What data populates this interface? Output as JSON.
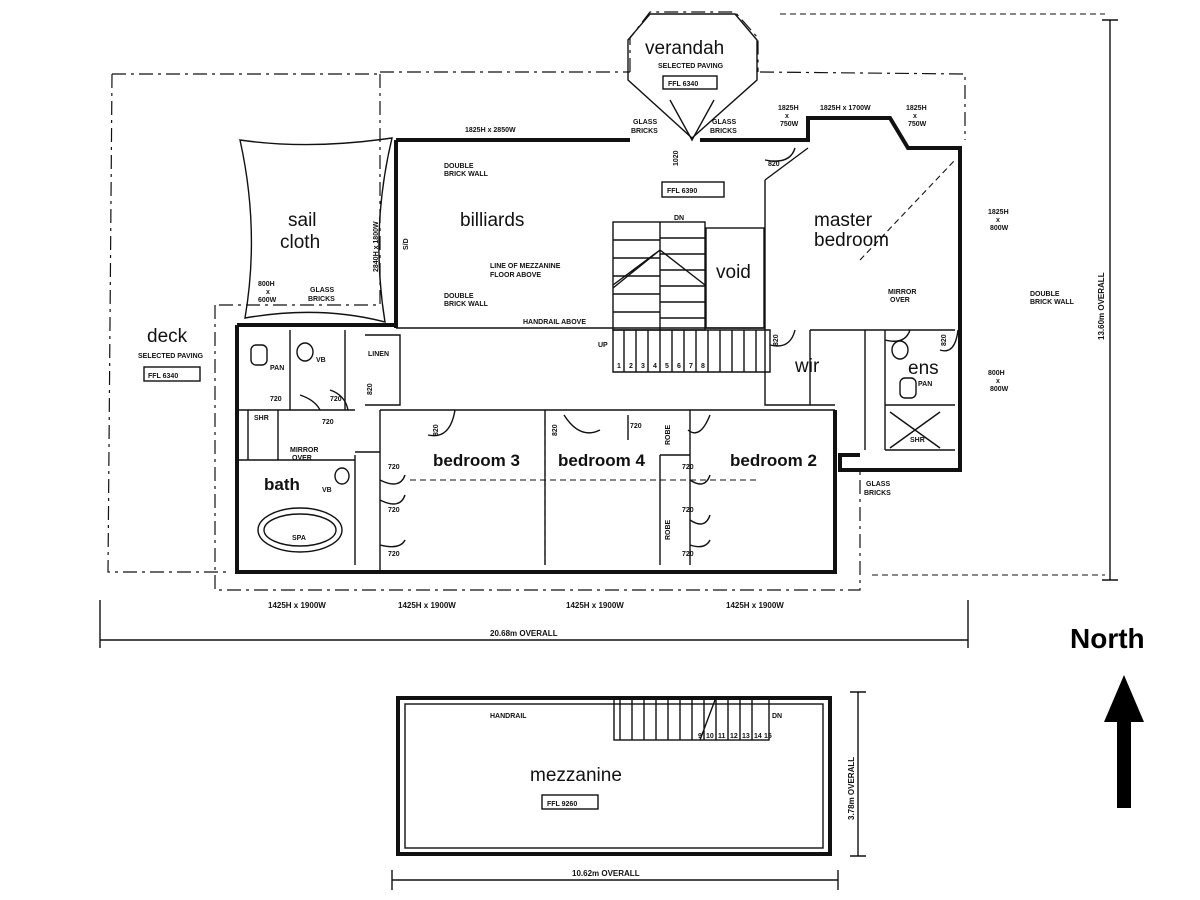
{
  "rooms": {
    "verandah": "verandah",
    "verandah_paving": "SELECTED PAVING",
    "verandah_ffl": "FFL 6340",
    "sail_cloth_1": "sail",
    "sail_cloth_2": "cloth",
    "deck": "deck",
    "deck_paving": "SELECTED PAVING",
    "deck_ffl": "FFL 6340",
    "billiards": "billiards",
    "billiards_ffl": "FFL 6390",
    "void": "void",
    "master_1": "master",
    "master_2": "bedroom",
    "wir": "wir",
    "ens": "ens",
    "bedroom3": "bedroom 3",
    "bedroom4": "bedroom 4",
    "bedroom2": "bedroom 2",
    "bath": "bath",
    "spa": "SPA",
    "linen": "LINEN",
    "pan1": "PAN",
    "pan2": "PAN",
    "vb1": "VB",
    "vb2": "VB",
    "shr1": "SHR",
    "shr2": "SHR",
    "robe1": "ROBE",
    "robe2": "ROBE",
    "mezzanine": "mezzanine",
    "mezzanine_ffl": "FFL 9260"
  },
  "notes": {
    "glass_bricks": "GLASS",
    "glass_bricks_2": "BRICKS",
    "double_brick": "DOUBLE",
    "double_brick_2": "BRICK WALL",
    "line_mezz_1": "LINE OF MEZZANINE",
    "line_mezz_2": "FLOOR ABOVE",
    "handrail_above": "HANDRAIL ABOVE",
    "handrail": "HANDRAIL",
    "mirror": "MIRROR",
    "mirror_2": "OVER",
    "up": "UP",
    "dn": "DN",
    "sd": "S/D"
  },
  "doors": {
    "d720": "720",
    "d820": "820",
    "d1020": "1020"
  },
  "window_dims": {
    "w_1825x2850": "1825H x 2850W",
    "w_1825x1700": "1825H x 1700W",
    "w_1825": "1825H",
    "w_750": "750W",
    "w_x": "x",
    "w_1825x800_1": "1825H",
    "w_800w": "800W",
    "w_800h": "800H",
    "w_600w": "600W",
    "w_2840": "2840H x 1800W",
    "w_1425x1900": "1425H x 1900W"
  },
  "overall": {
    "width": "20.68m OVERALL",
    "depth": "13.60m OVERALL",
    "mezz_width": "10.62m OVERALL",
    "mezz_depth": "3.78m OVERALL"
  },
  "north_label": "North",
  "stair_numbers_main": [
    "1",
    "2",
    "3",
    "4",
    "5",
    "6",
    "7",
    "8"
  ],
  "stair_numbers_mezz": [
    "9",
    "10",
    "11",
    "12",
    "13",
    "14",
    "15"
  ]
}
